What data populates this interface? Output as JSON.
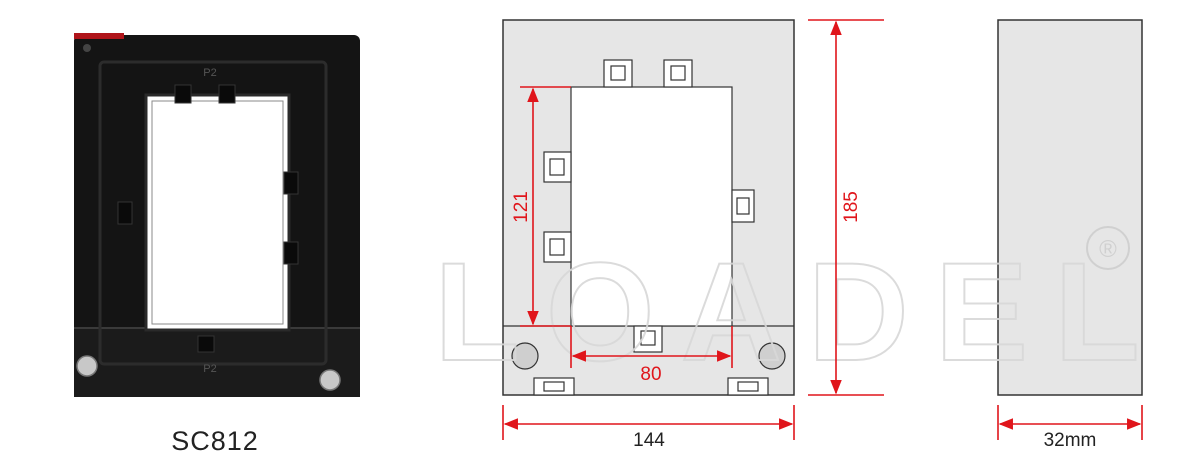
{
  "product": {
    "model": "SC812",
    "housing_labels": [
      "P2",
      "P2"
    ]
  },
  "drawing": {
    "dim_window_height": "121",
    "dim_window_width": "80",
    "dim_overall_height": "185",
    "dim_overall_width": "144",
    "dim_depth": "32mm"
  },
  "watermark": {
    "text": "LOADEL",
    "mark": "®"
  },
  "colors": {
    "dimension": "#e0151b",
    "body_gray": "#e6e6e6",
    "outline": "#333333",
    "housing": "#141414"
  }
}
